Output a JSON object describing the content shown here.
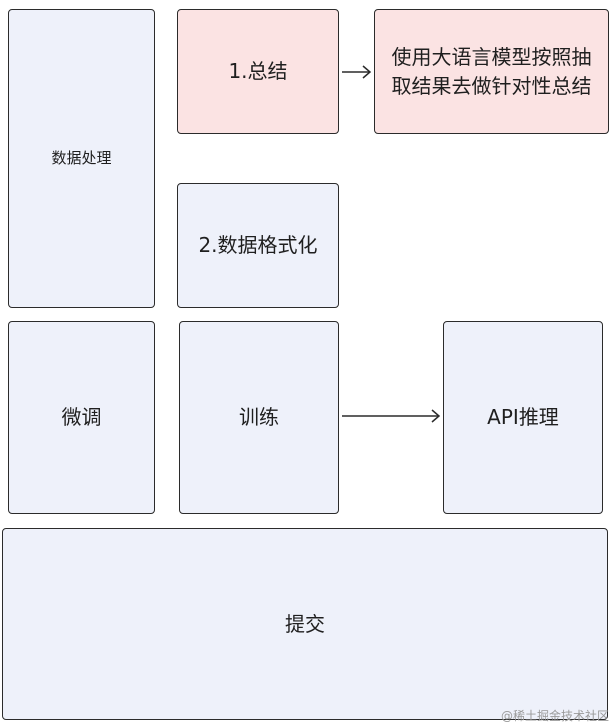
{
  "diagram": {
    "nodes": {
      "data_processing": "数据处理",
      "summary": "1.总结",
      "summary_detail": "使用大语言模型按照抽取结果去做针对性总结",
      "data_format": "2.数据格式化",
      "finetune": "微调",
      "train": "训练",
      "api_inference": "API推理",
      "submit": "提交"
    },
    "edges": [
      {
        "from": "summary",
        "to": "summary_detail"
      },
      {
        "from": "train",
        "to": "api_inference"
      }
    ],
    "colors": {
      "node_fill": "#eef1fa",
      "highlight_fill": "#fbe3e3",
      "border": "#2b2b2b"
    }
  },
  "watermark": "@稀土掘金技术社区"
}
